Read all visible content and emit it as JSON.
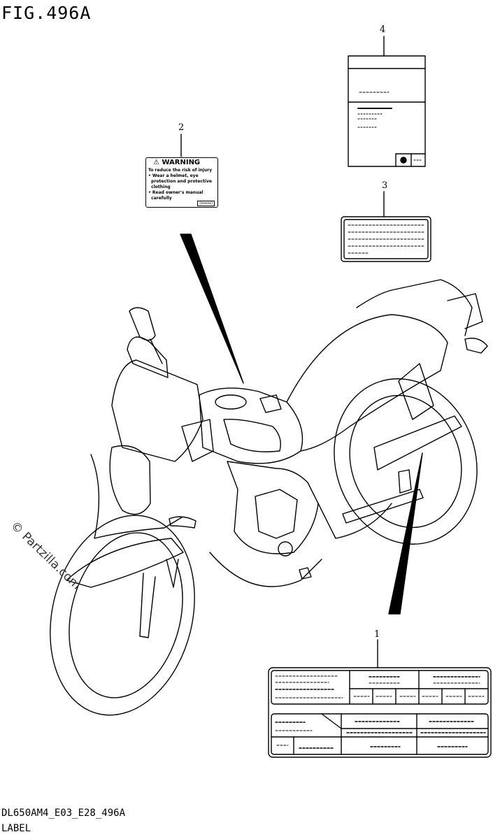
{
  "figure": {
    "title": "FIG.496A"
  },
  "callouts": [
    "1",
    "2",
    "3",
    "4"
  ],
  "warning_label": {
    "heading": "WARNING",
    "body": "To reduce the risk of injury\n• Wear a helmet, eye\n  protection and protective\n  clothing\n• Read owner's manual\n  carefully",
    "footer": "(xxxxx)"
  },
  "footer": {
    "code": "DL650AM4_E03_E28_496A",
    "caption": "LABEL"
  },
  "watermark": "© Partzilla.com"
}
